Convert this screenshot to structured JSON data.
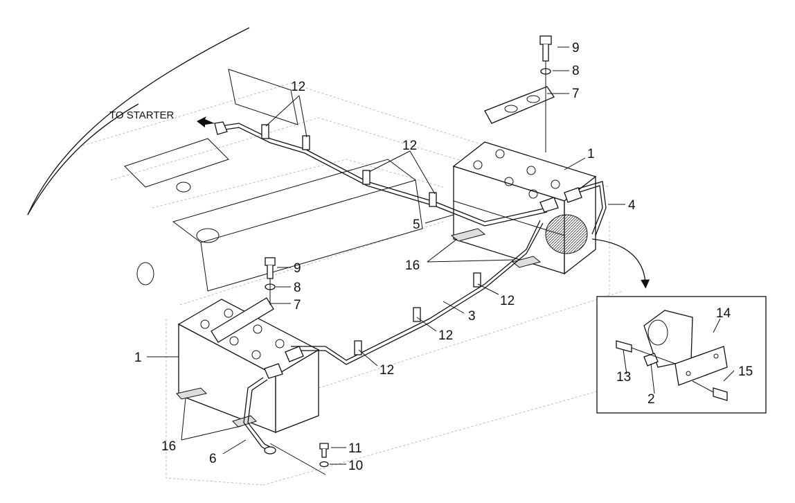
{
  "annotation": {
    "to_starter": "TO STARTER"
  },
  "callouts": {
    "c1_right": "1",
    "c1_left": "1",
    "c2": "2",
    "c3": "3",
    "c4": "4",
    "c5": "5",
    "c6": "6",
    "c7_top": "7",
    "c7_bottom": "7",
    "c8_top": "8",
    "c8_bottom": "8",
    "c9_top": "9",
    "c9_bottom": "9",
    "c10": "10",
    "c11": "11",
    "c12_a": "12",
    "c12_b": "12",
    "c12_c": "12",
    "c12_d": "12",
    "c12_e": "12",
    "c13": "13",
    "c14": "14",
    "c15": "15",
    "c16_mid": "16",
    "c16_left": "16"
  }
}
